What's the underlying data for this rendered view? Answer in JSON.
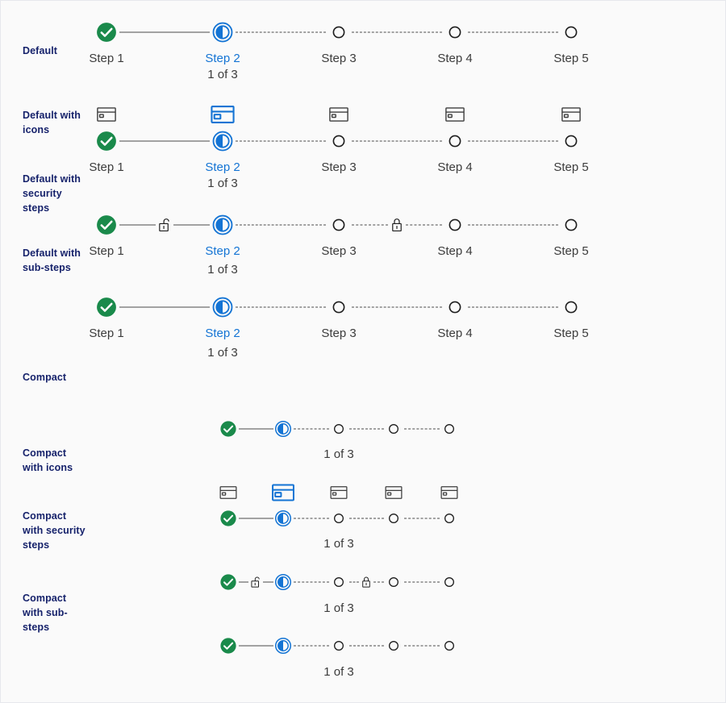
{
  "page": {
    "background": "#fafafa",
    "border_color": "#e6e8ec"
  },
  "colors": {
    "complete": "#1a8a4b",
    "active": "#1474d4",
    "active_text": "#1474d4",
    "label": "#16226b",
    "text": "#3c3c3c",
    "line": "#4a4a4a",
    "incomplete_icon": "#3c3c3c"
  },
  "icons": {
    "complete": "check-circle-filled-icon",
    "current": "half-circle-ring-icon",
    "incomplete": "empty-circle-icon",
    "step_icon": "credit-card-icon",
    "security_open": "padlock-unlocked-icon",
    "security_closed": "padlock-locked-icon"
  },
  "sections": [
    {
      "id": "default",
      "label": "Default",
      "variant": "default",
      "progress": "1 of 3",
      "steps": [
        {
          "label": "Step 1",
          "state": "complete"
        },
        {
          "label": "Step 2",
          "state": "current",
          "sub": "1 of 3"
        },
        {
          "label": "Step 3",
          "state": "incomplete"
        },
        {
          "label": "Step 4",
          "state": "incomplete"
        },
        {
          "label": "Step 5",
          "state": "incomplete"
        }
      ]
    },
    {
      "id": "default-with-icons",
      "label": "Default with icons",
      "variant": "default-icons",
      "progress": "1 of 3",
      "steps": [
        {
          "label": "Step 1",
          "state": "complete",
          "icon": "credit-card-icon"
        },
        {
          "label": "Step 2",
          "state": "current",
          "sub": "1 of 3",
          "icon": "credit-card-icon"
        },
        {
          "label": "Step 3",
          "state": "incomplete",
          "icon": "credit-card-icon"
        },
        {
          "label": "Step 4",
          "state": "incomplete",
          "icon": "credit-card-icon"
        },
        {
          "label": "Step 5",
          "state": "incomplete",
          "icon": "credit-card-icon"
        }
      ]
    },
    {
      "id": "default-with-security-steps",
      "label": "Default with security steps",
      "variant": "default-security",
      "progress": "1 of 3",
      "steps": [
        {
          "label": "Step 1",
          "state": "complete"
        },
        {
          "label": "Step 2",
          "state": "current",
          "sub": "1 of 3"
        },
        {
          "label": "Step 3",
          "state": "incomplete"
        },
        {
          "label": "Step 4",
          "state": "incomplete"
        },
        {
          "label": "Step 5",
          "state": "incomplete"
        }
      ],
      "security": [
        {
          "after_step": 1,
          "state": "unlocked"
        },
        {
          "after_step": 3,
          "state": "locked"
        }
      ]
    },
    {
      "id": "default-with-sub-steps",
      "label": "Default with sub-steps",
      "variant": "default-substeps",
      "progress": "1 of 3",
      "steps": [
        {
          "label": "Step 1",
          "state": "complete"
        },
        {
          "label": "Step 2",
          "state": "current",
          "sub": "1 of 3"
        },
        {
          "label": "Step 3",
          "state": "incomplete"
        },
        {
          "label": "Step 4",
          "state": "incomplete"
        },
        {
          "label": "Step 5",
          "state": "incomplete"
        }
      ]
    },
    {
      "id": "compact",
      "label": "Compact",
      "variant": "compact",
      "progress": "1 of 3",
      "steps": [
        {
          "state": "complete"
        },
        {
          "state": "current"
        },
        {
          "state": "incomplete"
        },
        {
          "state": "incomplete"
        },
        {
          "state": "incomplete"
        }
      ]
    },
    {
      "id": "compact-with-icons",
      "label": "Compact with icons",
      "variant": "compact-icons",
      "progress": "1 of 3",
      "steps": [
        {
          "state": "complete",
          "icon": "credit-card-icon"
        },
        {
          "state": "current",
          "icon": "credit-card-icon"
        },
        {
          "state": "incomplete",
          "icon": "credit-card-icon"
        },
        {
          "state": "incomplete",
          "icon": "credit-card-icon"
        },
        {
          "state": "incomplete",
          "icon": "credit-card-icon"
        }
      ]
    },
    {
      "id": "compact-with-security-steps",
      "label": "Compact with security steps",
      "variant": "compact-security",
      "progress": "1 of 3",
      "steps": [
        {
          "state": "complete"
        },
        {
          "state": "current"
        },
        {
          "state": "incomplete"
        },
        {
          "state": "incomplete"
        },
        {
          "state": "incomplete"
        }
      ],
      "security": [
        {
          "after_step": 1,
          "state": "unlocked"
        },
        {
          "after_step": 3,
          "state": "locked"
        }
      ]
    },
    {
      "id": "compact-with-sub-steps",
      "label": "Compact with sub-steps",
      "variant": "compact-substeps",
      "progress": "1 of 3",
      "steps": [
        {
          "state": "complete"
        },
        {
          "state": "current"
        },
        {
          "state": "incomplete"
        },
        {
          "state": "incomplete"
        },
        {
          "state": "incomplete"
        }
      ]
    }
  ]
}
